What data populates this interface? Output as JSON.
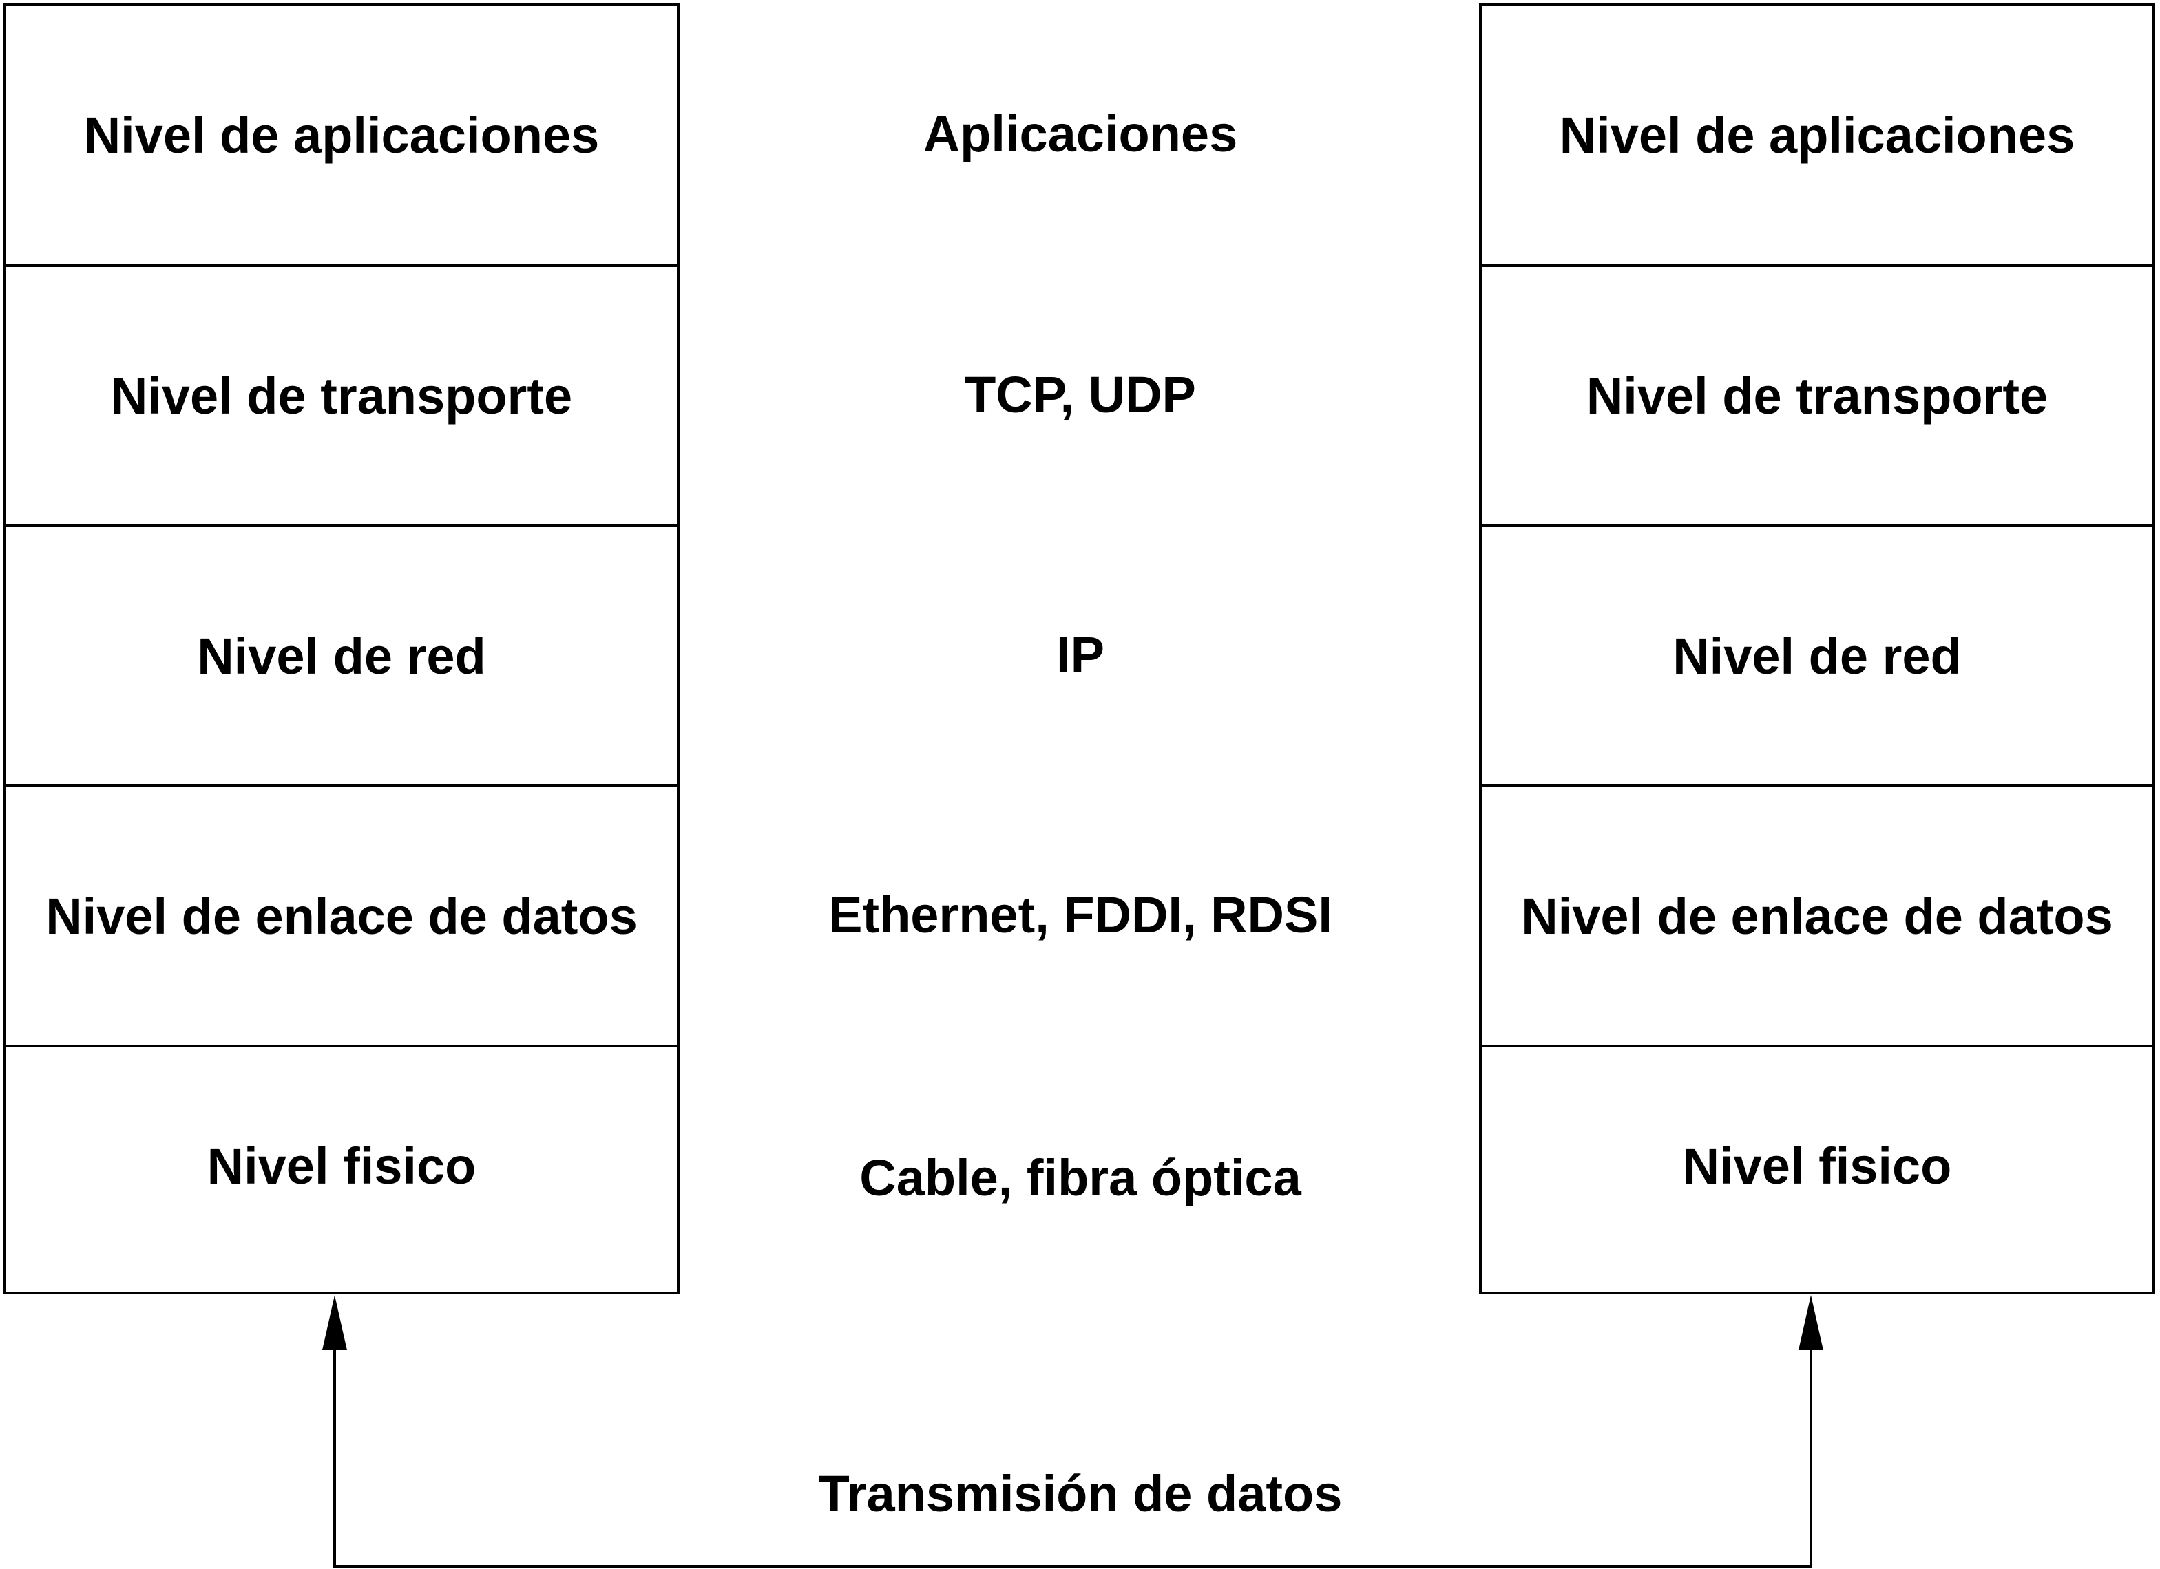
{
  "left_stack": {
    "layers": [
      "Nivel de aplicaciones",
      "Nivel de transporte",
      "Nivel de red",
      "Nivel de enlace de datos",
      "Nivel fisico"
    ]
  },
  "protocols": [
    "Aplicaciones",
    "TCP, UDP",
    "IP",
    "Ethernet, FDDI, RDSI",
    "Cable, fibra óptica"
  ],
  "right_stack": {
    "layers": [
      "Nivel de aplicaciones",
      "Nivel de transporte",
      "Nivel de red",
      "Nivel de enlace de datos",
      "Nivel fisico"
    ]
  },
  "connection": {
    "label": "Transmisión de datos"
  }
}
